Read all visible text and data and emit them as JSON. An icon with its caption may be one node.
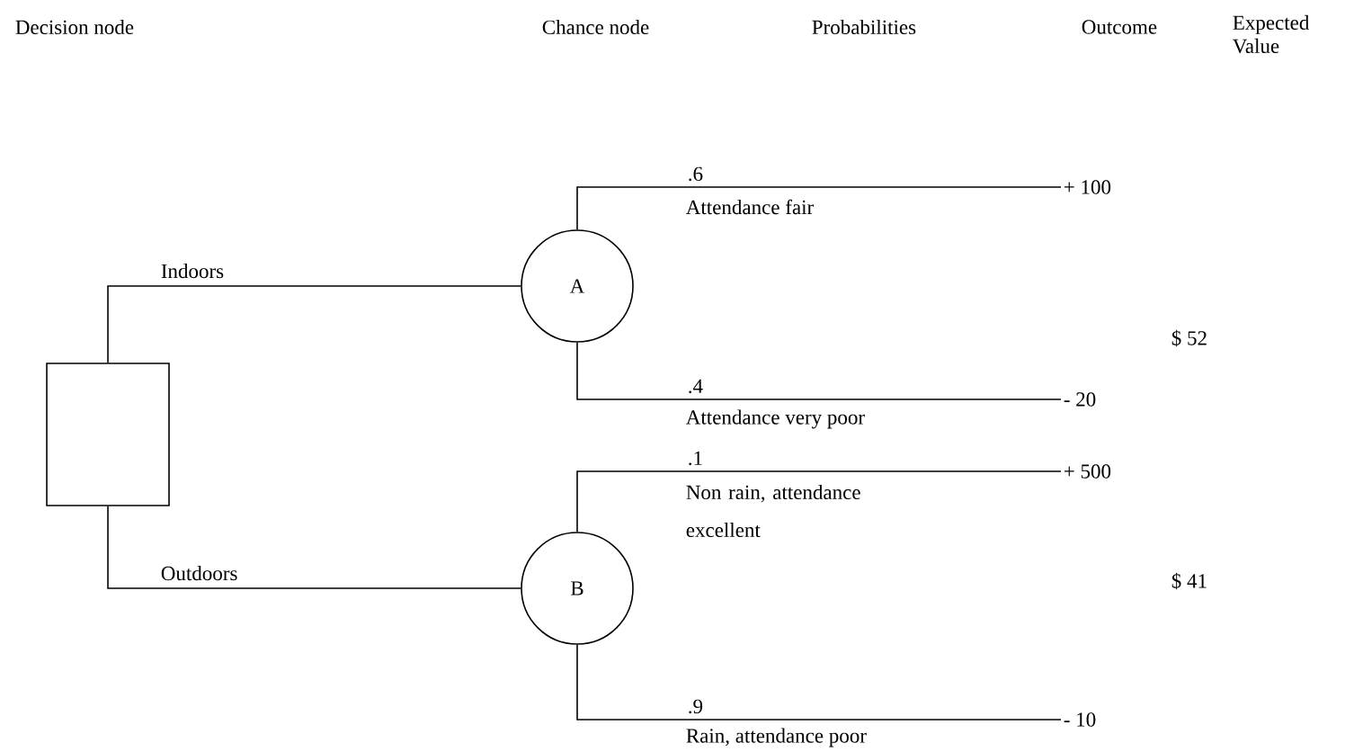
{
  "diagram": {
    "nodes": [
      {
        "text": [],
        "shape": "box"
      },
      {
        "text": [
          "A"
        ]
      },
      {
        "text": [
          "B"
        ]
      },
      {
        "text": [
          "+ 100"
        ]
      },
      {
        "text": [
          "- 20"
        ]
      },
      {
        "text": [
          "+ 500"
        ]
      },
      {
        "text": [
          "- 10"
        ]
      }
    ],
    "edges": [
      {
        "from": 0,
        "to": 1,
        "arrow": "none",
        "label": "Indoors"
      },
      {
        "from": 0,
        "to": 2,
        "arrow": "none",
        "label": "Outdoors"
      },
      {
        "from": 1,
        "to": 3,
        "arrow": "none",
        "label": ".6"
      },
      {
        "from": 1,
        "to": 4,
        "arrow": "none",
        "label": ".4"
      },
      {
        "from": 2,
        "to": 5,
        "arrow": "none",
        "label": ".1"
      },
      {
        "from": 2,
        "to": 6,
        "arrow": "none",
        "label": ".9"
      }
    ],
    "labels": [
      "Decision node",
      "Chance node",
      "Probabilities",
      "Outcome",
      "Expected Value",
      "Attendance fair",
      "$ 52",
      "Attendance very poor",
      "Non rain, attendance excellent",
      "$ 41",
      "Rain, attendance poor"
    ]
  }
}
